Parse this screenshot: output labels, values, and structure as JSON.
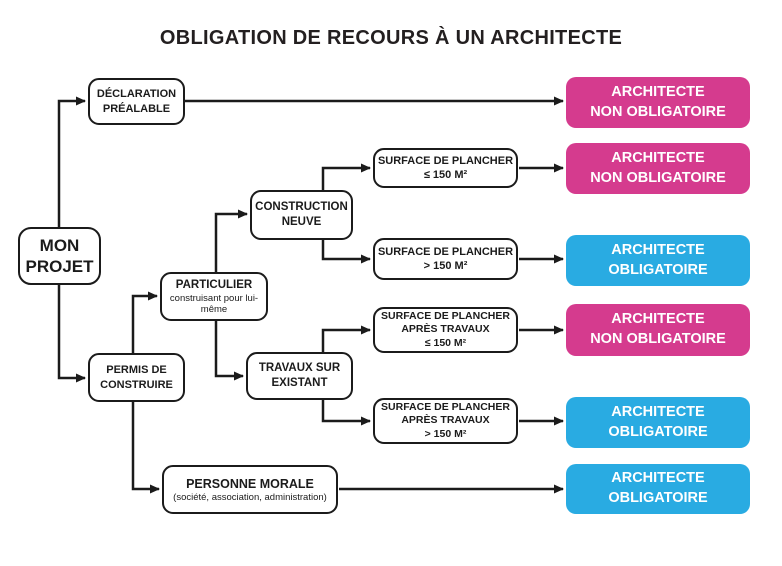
{
  "title": "OBLIGATION DE RECOURS À UN ARCHITECTE",
  "colors": {
    "pink": "#d53b8e",
    "blue": "#29abe2",
    "outline": "#1b1b1b",
    "background": "#ffffff",
    "result_text": "#ffffff"
  },
  "nodes": {
    "mon_projet": {
      "lines": [
        "MON",
        "PROJET"
      ]
    },
    "declaration": {
      "lines": [
        "DÉCLARATION",
        "PRÉALABLE"
      ]
    },
    "permis": {
      "lines": [
        "PERMIS DE",
        "CONSTRUIRE"
      ]
    },
    "particulier": {
      "label": "PARTICULIER",
      "sublabel": "construisant pour lui-même"
    },
    "construction_neuve": {
      "lines": [
        "CONSTRUCTION",
        "NEUVE"
      ]
    },
    "travaux_existant": {
      "lines": [
        "TRAVAUX SUR",
        "EXISTANT"
      ]
    },
    "surface_neuve_inf": {
      "lines": [
        "SURFACE DE PLANCHER",
        "≤ 150 M²"
      ]
    },
    "surface_neuve_sup": {
      "lines": [
        "SURFACE DE PLANCHER",
        "> 150 M²"
      ]
    },
    "surface_travaux_inf": {
      "lines": [
        "SURFACE DE PLANCHER",
        "APRÈS TRAVAUX",
        "≤ 150 M²"
      ]
    },
    "surface_travaux_sup": {
      "lines": [
        "SURFACE DE PLANCHER",
        "APRÈS TRAVAUX",
        "> 150 M²"
      ]
    },
    "personne_morale": {
      "label": "PERSONNE MORALE",
      "sublabel": "(société, association, administration)"
    }
  },
  "results": [
    {
      "lines": [
        "ARCHITECTE",
        "NON OBLIGATOIRE"
      ],
      "status": "pink"
    },
    {
      "lines": [
        "ARCHITECTE",
        "NON OBLIGATOIRE"
      ],
      "status": "pink"
    },
    {
      "lines": [
        "ARCHITECTE",
        "OBLIGATOIRE"
      ],
      "status": "blue"
    },
    {
      "lines": [
        "ARCHITECTE",
        "NON OBLIGATOIRE"
      ],
      "status": "pink"
    },
    {
      "lines": [
        "ARCHITECTE",
        "OBLIGATOIRE"
      ],
      "status": "blue"
    },
    {
      "lines": [
        "ARCHITECTE",
        "OBLIGATOIRE"
      ],
      "status": "blue"
    }
  ],
  "edges": [
    {
      "from": "mon_projet",
      "to": "declaration"
    },
    {
      "from": "mon_projet",
      "to": "permis"
    },
    {
      "from": "declaration",
      "to": "result_1"
    },
    {
      "from": "permis",
      "to": "particulier"
    },
    {
      "from": "permis",
      "to": "personne_morale"
    },
    {
      "from": "particulier",
      "to": "construction_neuve"
    },
    {
      "from": "particulier",
      "to": "travaux_existant"
    },
    {
      "from": "construction_neuve",
      "to": "surface_neuve_inf"
    },
    {
      "from": "construction_neuve",
      "to": "surface_neuve_sup"
    },
    {
      "from": "travaux_existant",
      "to": "surface_travaux_inf"
    },
    {
      "from": "travaux_existant",
      "to": "surface_travaux_sup"
    },
    {
      "from": "surface_neuve_inf",
      "to": "result_2"
    },
    {
      "from": "surface_neuve_sup",
      "to": "result_3"
    },
    {
      "from": "surface_travaux_inf",
      "to": "result_4"
    },
    {
      "from": "surface_travaux_sup",
      "to": "result_5"
    },
    {
      "from": "personne_morale",
      "to": "result_6"
    }
  ]
}
